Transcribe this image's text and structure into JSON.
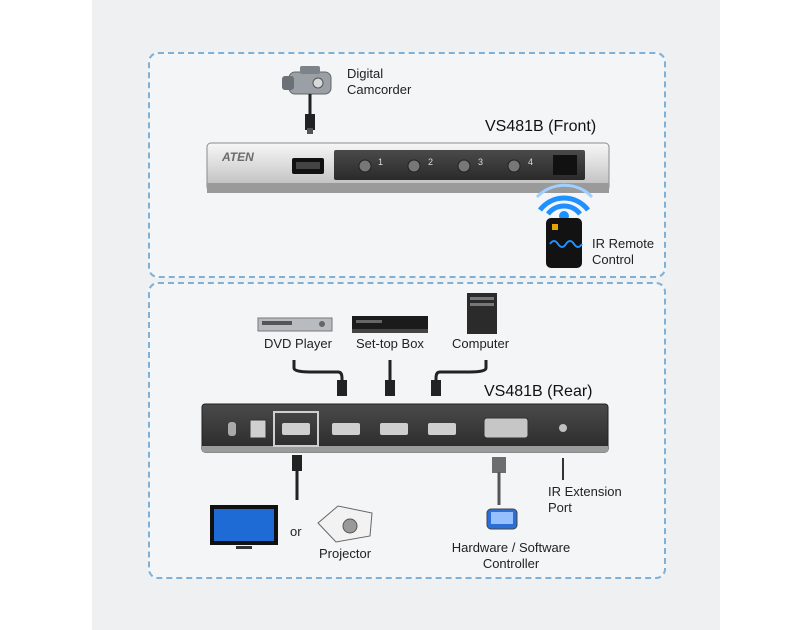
{
  "front": {
    "title": "VS481B (Front)",
    "brand": "ATEN",
    "camcorder_label": "Digital\nCamcorder",
    "ports": [
      "1",
      "2",
      "3",
      "4"
    ],
    "ir_remote_label": "IR Remote\nControl"
  },
  "rear": {
    "title": "VS481B (Rear)",
    "dvd_label": "DVD Player",
    "settop_label": "Set-top Box",
    "computer_label": "Computer",
    "or_label": "or",
    "projector_label": "Projector",
    "controller_label": "Hardware / Software\nController",
    "ir_ext_label": "IR Extension\nPort"
  },
  "colors": {
    "panel_border": "#7fb0d6",
    "accent_blue": "#1e90ff",
    "device_dark": "#333333"
  }
}
